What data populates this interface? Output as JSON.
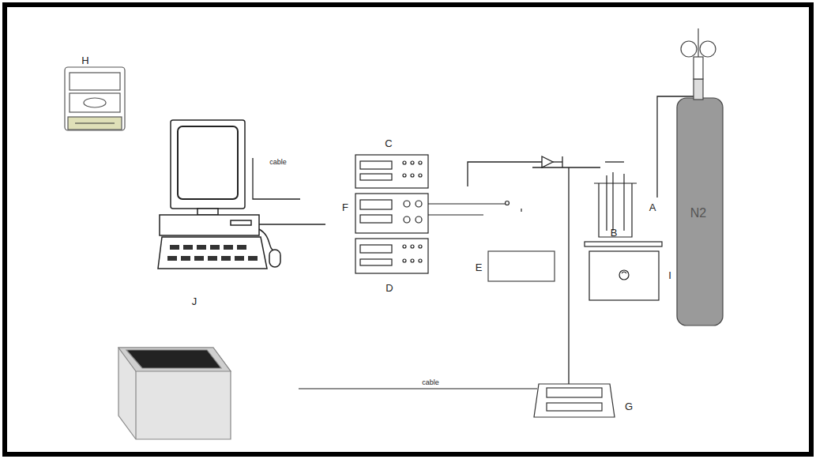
{
  "diagram": {
    "labels": [
      "H",
      "cable",
      "C",
      "F",
      "A",
      "B",
      "E",
      "I",
      "J",
      "D",
      "G",
      "cable",
      "N2"
    ]
  }
}
